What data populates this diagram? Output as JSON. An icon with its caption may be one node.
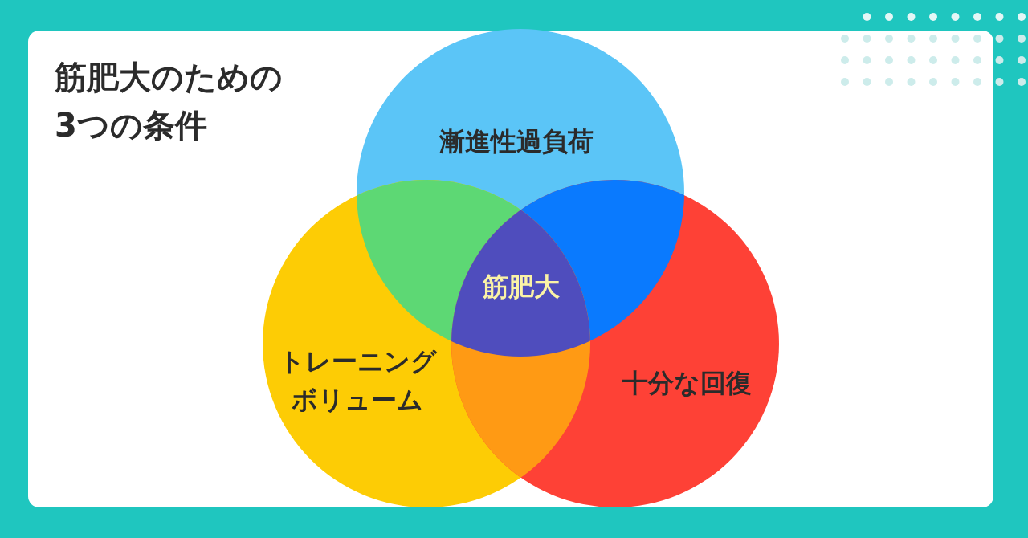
{
  "diagram": {
    "title": "筋肥大のための3つの条件",
    "nodes": [
      {
        "text": [
          "漸進性過負荷"
        ]
      },
      {
        "text": [
          "筋肥大"
        ]
      },
      {
        "text": [
          "トレーニングボリューム"
        ]
      },
      {
        "text": [
          "十分な回復"
        ]
      }
    ],
    "edges": []
  }
}
